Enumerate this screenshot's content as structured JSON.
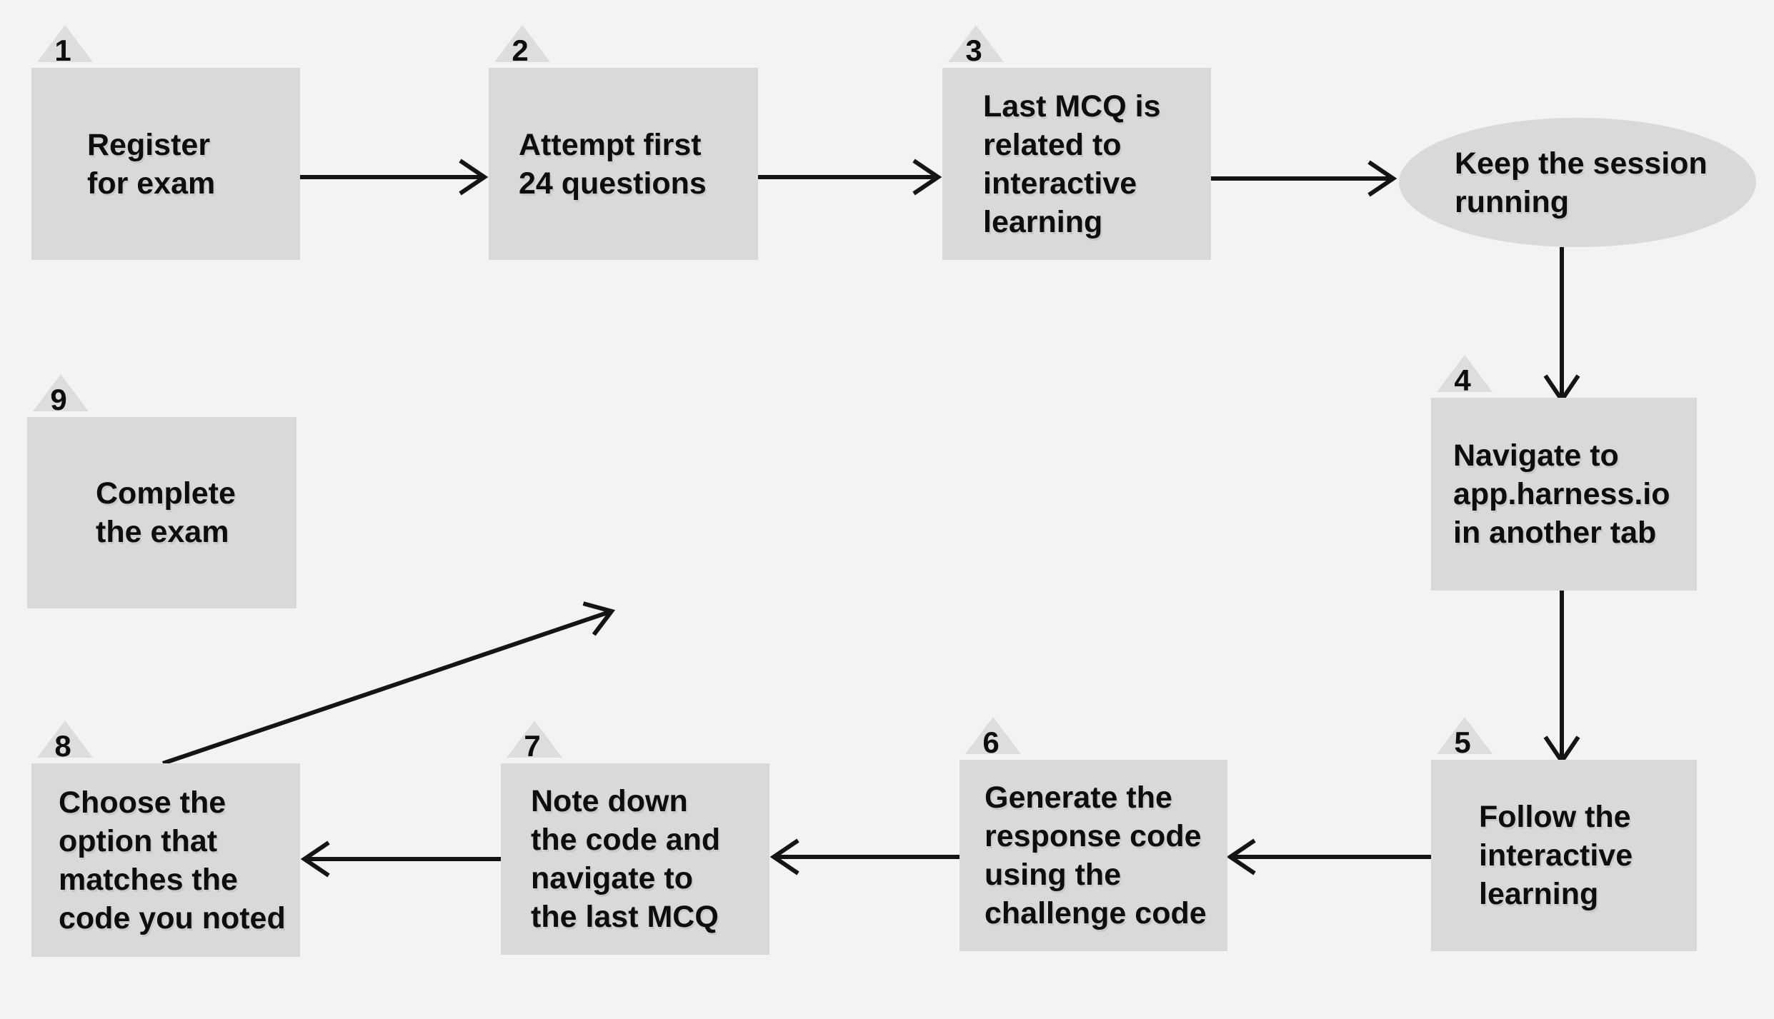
{
  "canvas": {
    "bg": "#f3f3f1",
    "box_fill": "#d9d9d7",
    "triangle_fill": "#dddddb",
    "text_color": "#0d0d0d",
    "arrow_color": "#141414"
  },
  "nodes": [
    {
      "id": "step-1",
      "number": "1",
      "shape": "rect",
      "label": "Register\nfor exam"
    },
    {
      "id": "step-2",
      "number": "2",
      "shape": "rect",
      "label": "Attempt first\n24 questions"
    },
    {
      "id": "step-3",
      "number": "3",
      "shape": "rect",
      "label": "Last MCQ is\nrelated to\ninteractive\nlearning"
    },
    {
      "id": "step-4",
      "number": "4",
      "shape": "rect",
      "label": "Navigate to\napp.harness.io\nin another tab"
    },
    {
      "id": "step-5",
      "number": "5",
      "shape": "rect",
      "label": "Follow the\ninteractive\nlearning"
    },
    {
      "id": "step-6",
      "number": "6",
      "shape": "rect",
      "label": "Generate the\nresponse code\nusing the\nchallenge code"
    },
    {
      "id": "step-7",
      "number": "7",
      "shape": "rect",
      "label": "Note down\nthe code and\nnavigate to\nthe last MCQ"
    },
    {
      "id": "step-8",
      "number": "8",
      "shape": "rect",
      "label": "Choose the\noption that\nmatches the\ncode you noted"
    },
    {
      "id": "step-9",
      "number": "9",
      "shape": "rect",
      "label": "Complete\nthe exam"
    },
    {
      "id": "keep-session",
      "number": "",
      "shape": "ellipse",
      "label": "Keep the session\nrunning"
    }
  ],
  "edges": [
    {
      "from": "step-1",
      "to": "step-2"
    },
    {
      "from": "step-2",
      "to": "step-3"
    },
    {
      "from": "step-3",
      "to": "keep-session"
    },
    {
      "from": "keep-session",
      "to": "step-4"
    },
    {
      "from": "step-4",
      "to": "step-5"
    },
    {
      "from": "step-5",
      "to": "step-6"
    },
    {
      "from": "step-6",
      "to": "step-7"
    },
    {
      "from": "step-7",
      "to": "step-8"
    },
    {
      "from": "step-8",
      "to": "step-9"
    }
  ]
}
